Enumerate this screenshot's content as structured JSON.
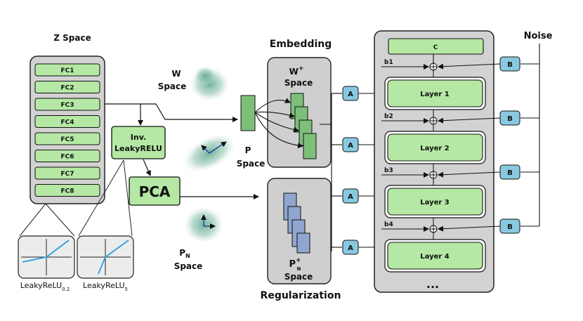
{
  "z_space": {
    "title": "Z Space",
    "layers": [
      "FC1",
      "FC2",
      "FC3",
      "FC4",
      "FC5",
      "FC6",
      "FC7",
      "FC8"
    ]
  },
  "leaky_plots": {
    "left_label": "LeakyReLU",
    "left_sub": "0.2",
    "right_label": "LeakyReLU",
    "right_sub": "5"
  },
  "inv_leaky": {
    "line1": "Inv.",
    "line2": "LeakyRELU"
  },
  "pca": {
    "label": "PCA"
  },
  "w_space": {
    "line1": "W",
    "line2": "Space"
  },
  "p_space": {
    "line1": "P",
    "line2": "Space"
  },
  "pn_space": {
    "main": "P",
    "sub": "N",
    "line2": "Space"
  },
  "embedding": {
    "title": "Embedding",
    "w_plus_main": "W",
    "w_plus_sup": "+",
    "w_plus_line2": "Space"
  },
  "regularization": {
    "title": "Regularization",
    "p_main": "P",
    "p_sup": "+",
    "p_sub": "N",
    "p_line2": "Space"
  },
  "synthesis": {
    "const_label": "C",
    "layers": [
      "Layer 1",
      "Layer 2",
      "Layer 3",
      "Layer 4"
    ],
    "biases": [
      "b1",
      "b2",
      "b3",
      "b4"
    ],
    "ellipsis": "...",
    "a_label": "A",
    "b_label": "B"
  },
  "noise": {
    "label": "Noise"
  },
  "colors": {
    "green_fill": "#b5e8a4",
    "green_dark": "#7dbf7a",
    "gray_fill": "#cfcfcf",
    "teal_block": "#88c9e0",
    "blue_block": "#8fa6cf",
    "cloud": "#7fb6a4"
  }
}
